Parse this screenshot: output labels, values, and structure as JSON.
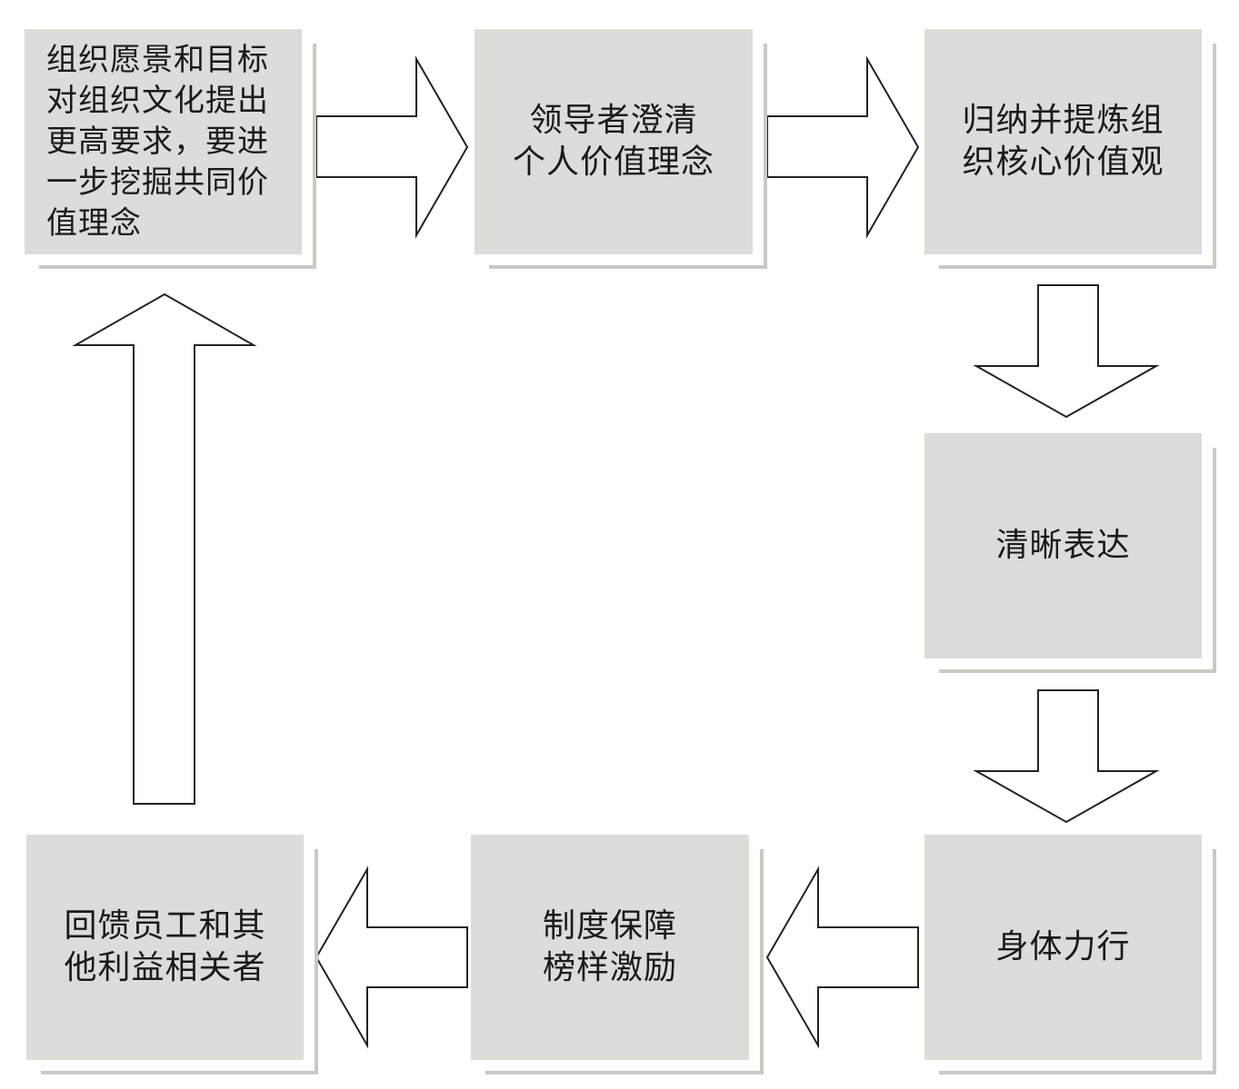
{
  "nodes": {
    "vision": "组织愿景和目标\n对组织文化提出\n更高要求，要进\n一步挖掘共同价\n值理念",
    "leader": "领导者澄清\n个人价值理念",
    "core": "归纳并提炼组\n织核心价值观",
    "express": "清晰表达",
    "practice": "身体力行",
    "system": "制度保障\n榜样激励",
    "feedback": "回馈员工和其\n他利益相关者"
  },
  "colors": {
    "box_fill": "#dcdcd8",
    "box_shadow": "#c9c9c5",
    "arrow_stroke": "#222222",
    "text": "#1a1a1a"
  }
}
